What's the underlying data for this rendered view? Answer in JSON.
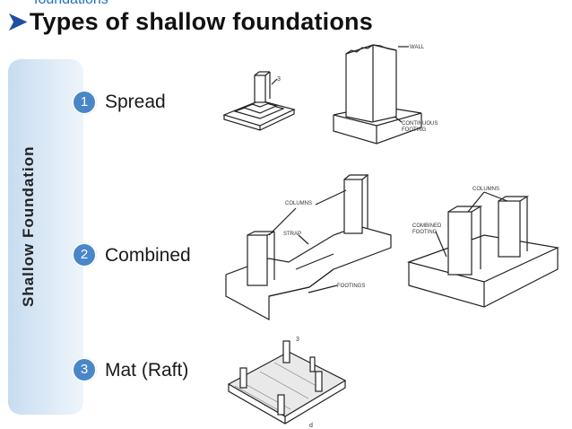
{
  "header": {
    "cut_off_text": "foundations",
    "title": "Types of shallow foundations"
  },
  "sidebar": {
    "vertical_label": "Shallow Foundation"
  },
  "items": [
    {
      "number": "1",
      "label": "Spread"
    },
    {
      "number": "2",
      "label": "Combined"
    },
    {
      "number": "3",
      "label": "Mat (Raft)"
    }
  ],
  "drawings": {
    "spread_column_marker": "3",
    "wall_footing": {
      "wall": "WALL",
      "footing_line1": "CONTINUOUS",
      "footing_line2": "FOOTING"
    },
    "strap_footing": {
      "columns": "COLUMNS",
      "strap": "STRAP",
      "footings": "FOOTINGS"
    },
    "combined_footing": {
      "columns": "COLUMNS",
      "label_line1": "COMBINED",
      "label_line2": "FOOTING"
    },
    "mat_markers": {
      "column": "3",
      "bottom": "d"
    }
  },
  "colors": {
    "badge": "#4a87c8",
    "panel": "#c7dcf0",
    "title_arrow": "#1f4f9e"
  }
}
